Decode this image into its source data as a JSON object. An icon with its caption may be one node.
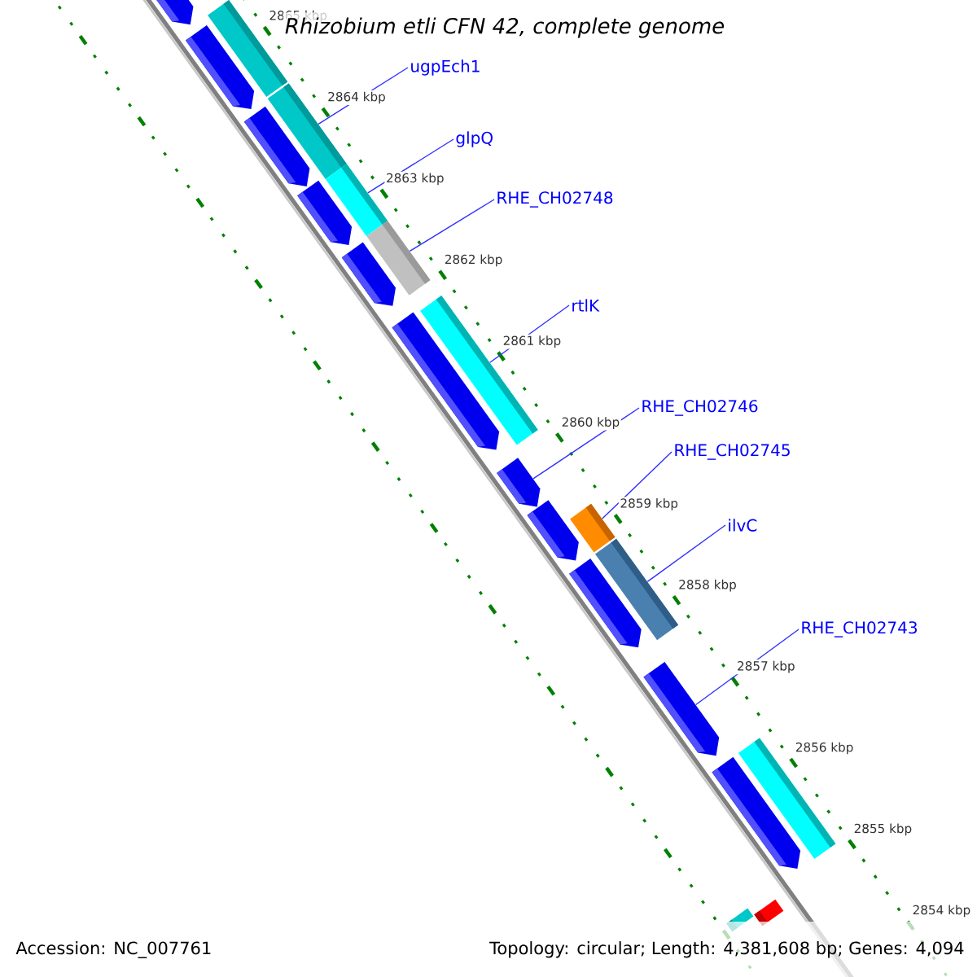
{
  "diagram": {
    "title": "Rhizobium etli CFN 42, complete genome",
    "nodes": [
      {
        "text": [
          "ugpEch1"
        ]
      },
      {
        "text": [
          "glpQ"
        ]
      },
      {
        "text": [
          "RHE_CH02748"
        ]
      },
      {
        "text": [
          "rtlK"
        ]
      },
      {
        "text": [
          "RHE_CH02746"
        ]
      },
      {
        "text": [
          "RHE_CH02745"
        ]
      },
      {
        "text": [
          "ilvC"
        ]
      },
      {
        "text": [
          "RHE_CH02743"
        ]
      },
      {
        "text": [],
        "shape": "arrow"
      },
      {
        "text": [],
        "shape": "bar"
      },
      {
        "text": [],
        "shape": "arrow"
      },
      {
        "text": [],
        "shape": "bar"
      },
      {
        "text": [],
        "shape": "arrow"
      },
      {
        "text": [],
        "shape": "arrow"
      },
      {
        "text": [],
        "shape": "bar"
      },
      {
        "text": [],
        "shape": "bar"
      },
      {
        "text": [],
        "shape": "arrow"
      },
      {
        "text": [],
        "shape": "arrow"
      },
      {
        "text": [],
        "shape": "bar"
      },
      {
        "text": [],
        "shape": "arrow"
      },
      {
        "text": [],
        "shape": "arrow"
      },
      {
        "text": [],
        "shape": "bar"
      },
      {
        "text": [],
        "shape": "bar"
      },
      {
        "text": [],
        "shape": "arrow"
      },
      {
        "text": [],
        "shape": "arrow"
      },
      {
        "text": [],
        "shape": "bar"
      },
      {
        "text": [],
        "shape": "arrow"
      },
      {
        "text": [],
        "shape": "bar"
      },
      {
        "text": [],
        "shape": "bar"
      }
    ],
    "edges": [
      {
        "from": 0,
        "to": 11,
        "arrow": "none"
      },
      {
        "from": 1,
        "to": 14,
        "arrow": "none"
      },
      {
        "from": 2,
        "to": 15,
        "arrow": "none"
      },
      {
        "from": 3,
        "to": 18,
        "arrow": "none"
      },
      {
        "from": 4,
        "to": 19,
        "arrow": "none"
      },
      {
        "from": 5,
        "to": 21,
        "arrow": "none"
      },
      {
        "from": 6,
        "to": 22,
        "arrow": "none"
      },
      {
        "from": 7,
        "to": 24,
        "arrow": "none"
      }
    ],
    "labels": [
      "2865 kbp",
      "2864 kbp",
      "2863 kbp",
      "2862 kbp",
      "2861 kbp",
      "2860 kbp",
      "2859 kbp",
      "2858 kbp",
      "2857 kbp",
      "2856 kbp",
      "2855 kbp",
      "2854 kbp",
      "Accession: NC_007761",
      "Topology: circular; Length: 4,381,608 bp; Genes: 4,094"
    ]
  }
}
